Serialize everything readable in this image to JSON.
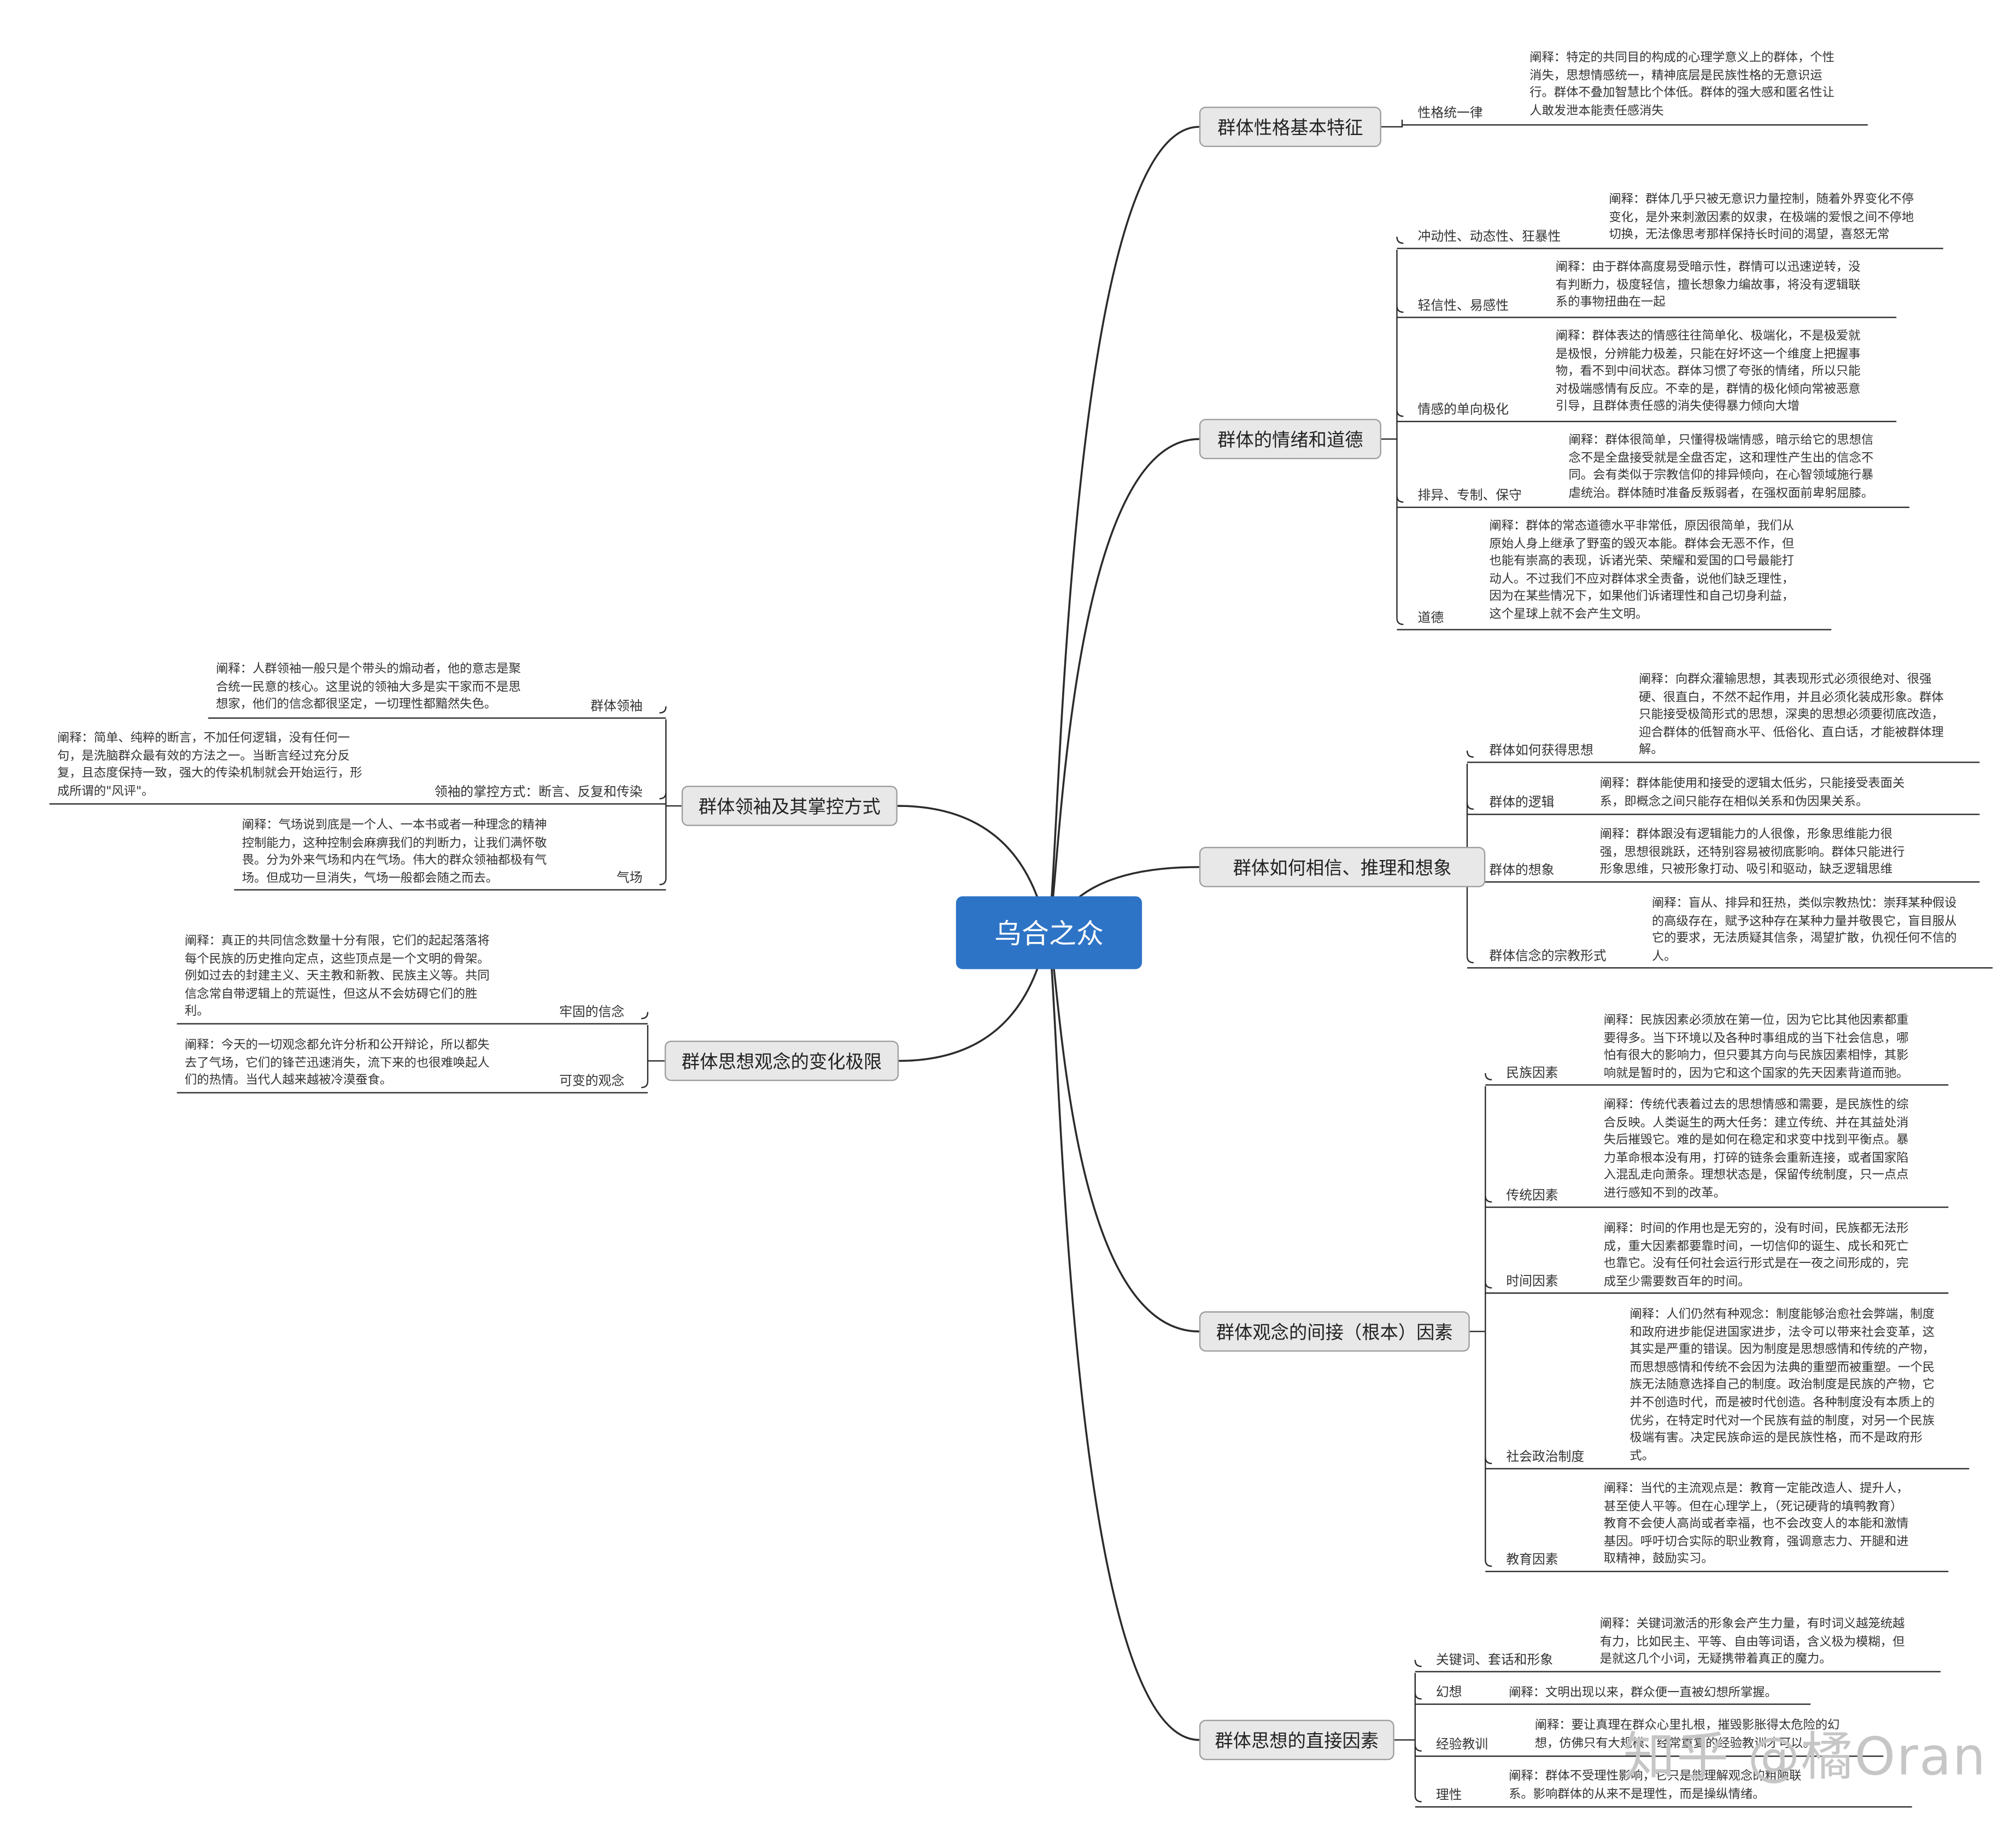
{
  "root": {
    "label": "乌合之众",
    "color": "#2e74c6"
  },
  "watermark": "知乎 @橘Oran",
  "branches": [
    {
      "id": "b1",
      "label": "群体性格基本特征",
      "children": [
        {
          "id": "b1c1",
          "label": "性格统一律",
          "note": [
            "阐释：特定的共同目的构成的心理学意义上的群体，个性",
            "消失，思想情感统一，精神底层是民族性格的无意识运",
            "行。群体不叠加智慧比个体低。群体的强大感和匿名性让",
            "人敢发泄本能责任感消失"
          ]
        }
      ]
    },
    {
      "id": "b2",
      "label": "群体的情绪和道德",
      "children": [
        {
          "id": "b2c1",
          "label": "冲动性、动态性、狂暴性",
          "note": [
            "阐释：群体几乎只被无意识力量控制，随着外界变化不停",
            "变化，是外来刺激因素的奴隶，在极端的爱恨之间不停地",
            "切换，无法像思考那样保持长时间的渴望，喜怒无常"
          ]
        },
        {
          "id": "b2c2",
          "label": "轻信性、易感性",
          "note": [
            "阐释：由于群体高度易受暗示性，群情可以迅速逆转，没",
            "有判断力，极度轻信，擅长想象力编故事，将没有逻辑联",
            "系的事物扭曲在一起"
          ]
        },
        {
          "id": "b2c3",
          "label": "情感的单向极化",
          "note": [
            "阐释：群体表达的情感往往简单化、极端化，不是极爱就",
            "是极恨，分辨能力极差，只能在好坏这一个维度上把握事",
            "物，看不到中间状态。群体习惯了夸张的情绪，所以只能",
            "对极端感情有反应。不幸的是，群情的极化倾向常被恶意",
            "引导，且群体责任感的消失使得暴力倾向大增"
          ]
        },
        {
          "id": "b2c4",
          "label": "排异、专制、保守",
          "note": [
            "阐释：群体很简单，只懂得极端情感，暗示给它的思想信",
            "念不是全盘接受就是全盘否定，这和理性产生出的信念不",
            "同。会有类似于宗教信仰的排异倾向，在心智领域施行暴",
            "虐统治。群体随时准备反叛弱者，在强权面前卑躬屈膝。"
          ]
        },
        {
          "id": "b2c5",
          "label": "道德",
          "note": [
            "阐释：群体的常态道德水平非常低，原因很简单，我们从",
            "原始人身上继承了野蛮的毁灭本能。群体会无恶不作，但",
            "也能有崇高的表现，诉诸光荣、荣耀和爱国的口号最能打",
            "动人。不过我们不应对群体求全责备，说他们缺乏理性，",
            "因为在某些情况下，如果他们诉诸理性和自己切身利益，",
            "这个星球上就不会产生文明。"
          ]
        }
      ]
    },
    {
      "id": "b3",
      "label": "群体如何相信、推理和想象",
      "children": [
        {
          "id": "b3c1",
          "label": "群体如何获得思想",
          "note": [
            "阐释：向群众灌输思想，其表现形式必须很绝对、很强",
            "硬、很直白，不然不起作用，并且必须化装成形象。群体",
            "只能接受极简形式的思想，深奥的思想必须要彻底改造，",
            "迎合群体的低智商水平、低俗化、直白话，才能被群体理",
            "解。"
          ]
        },
        {
          "id": "b3c2",
          "label": "群体的逻辑",
          "note": [
            "阐释：群体能使用和接受的逻辑太低劣，只能接受表面关",
            "系，即概念之间只能存在相似关系和伪因果关系。"
          ]
        },
        {
          "id": "b3c3",
          "label": "群体的想象",
          "note": [
            "阐释：群体跟没有逻辑能力的人很像，形象思维能力很",
            "强，思想很跳跃，还特别容易被彻底影响。群体只能进行",
            "形象思维，只被形象打动、吸引和驱动，缺乏逻辑思维"
          ]
        },
        {
          "id": "b3c4",
          "label": "群体信念的宗教形式",
          "note": [
            "阐释：盲从、排异和狂热，类似宗教热忱：崇拜某种假设",
            "的高级存在，赋予这种存在某种力量并敬畏它，盲目服从",
            "它的要求，无法质疑其信条，渴望扩散，仇视任何不信的",
            "人。"
          ]
        }
      ]
    },
    {
      "id": "b4",
      "label": "群体观念的间接（根本）因素",
      "children": [
        {
          "id": "b4c1",
          "label": "民族因素",
          "note": [
            "阐释：民族因素必须放在第一位，因为它比其他因素都重",
            "要得多。当下环境以及各种时事组成的当下社会信息，哪",
            "怕有很大的影响力，但只要其方向与民族因素相悖，其影",
            "响就是暂时的，因为它和这个国家的先天因素背道而驰。"
          ]
        },
        {
          "id": "b4c2",
          "label": "传统因素",
          "note": [
            "阐释：传统代表着过去的思想情感和需要，是民族性的综",
            "合反映。人类诞生的两大任务：建立传统、并在其益处消",
            "失后摧毁它。难的是如何在稳定和求变中找到平衡点。暴",
            "力革命根本没有用，打碎的链条会重新连接，或者国家陷",
            "入混乱走向萧条。理想状态是，保留传统制度，只一点点",
            "进行感知不到的改革。"
          ]
        },
        {
          "id": "b4c3",
          "label": "时间因素",
          "note": [
            "阐释：时间的作用也是无穷的，没有时间，民族都无法形",
            "成，重大因素都要靠时间，一切信仰的诞生、成长和死亡",
            "也靠它。没有任何社会运行形式是在一夜之间形成的，完",
            "成至少需要数百年的时间。"
          ]
        },
        {
          "id": "b4c4",
          "label": "社会政治制度",
          "note": [
            "阐释：人们仍然有种观念：制度能够治愈社会弊端，制度",
            "和政府进步能促进国家进步，法令可以带来社会变革，这",
            "其实是严重的错误。因为制度是思想感情和传统的产物，",
            "而思想感情和传统不会因为法典的重塑而被重塑。一个民",
            "族无法随意选择自己的制度。政治制度是民族的产物，它",
            "并不创造时代，而是被时代创造。各种制度没有本质上的",
            "优劣，在特定时代对一个民族有益的制度，对另一个民族",
            "极端有害。决定民族命运的是民族性格，而不是政府形",
            "式。"
          ]
        },
        {
          "id": "b4c5",
          "label": "教育因素",
          "note": [
            "阐释：当代的主流观点是：教育一定能改造人、提升人，",
            "甚至使人平等。但在心理学上，（死记硬背的填鸭教育）",
            "教育不会使人高尚或者幸福，也不会改变人的本能和激情",
            "基因。呼吁切合实际的职业教育，强调意志力、开腿和进",
            "取精神，鼓励实习。"
          ]
        }
      ]
    },
    {
      "id": "b5",
      "label": "群体思想的直接因素",
      "children": [
        {
          "id": "b5c1",
          "label": "关键词、套话和形象",
          "note": [
            "阐释：关键词激活的形象会产生力量，有时词义越笼统越",
            "有力，比如民主、平等、自由等词语，含义极为模糊，但",
            "是就这几个小词，无疑携带着真正的魔力。"
          ]
        },
        {
          "id": "b5c2",
          "label": "幻想",
          "note": [
            "阐释：文明出现以来，群众便一直被幻想所掌握。"
          ]
        },
        {
          "id": "b5c3",
          "label": "经验教训",
          "note": [
            "阐释：要让真理在群众心里扎根，摧毁影胀得太危险的幻",
            "想，仿佛只有大规模、经常重复的经验教训才可以。"
          ]
        },
        {
          "id": "b5c4",
          "label": "理性",
          "note": [
            "阐释：群体不受理性影响，它只是能理解观念的粗陋联",
            "系。影响群体的从来不是理性，而是操纵情绪。"
          ]
        }
      ]
    },
    {
      "id": "b6",
      "label": "群体领袖及其掌控方式",
      "children": [
        {
          "id": "b6c1",
          "label": "群体领袖",
          "note": [
            "阐释：人群领袖一般只是个带头的煽动者，他的意志是聚",
            "合统一民意的核心。这里说的领袖大多是实干家而不是思",
            "想家，他们的信念都很坚定，一切理性都黯然失色。"
          ]
        },
        {
          "id": "b6c2",
          "label": "领袖的掌控方式：断言、反复和传染",
          "note": [
            "阐释：简单、纯粹的断言，不加任何逻辑，没有任何一",
            "句，是洗脑群众最有效的方法之一。当断言经过充分反",
            "复，且态度保持一致，强大的传染机制就会开始运行，形",
            "成所谓的\"风评\"。"
          ]
        },
        {
          "id": "b6c3",
          "label": "气场",
          "note": [
            "阐释：气场说到底是一个人、一本书或者一种理念的精神",
            "控制能力，这种控制会麻痹我们的判断力，让我们满怀敬",
            "畏。分为外来气场和内在气场。伟大的群众领袖都极有气",
            "场。但成功一旦消失，气场一般都会随之而去。"
          ]
        }
      ]
    },
    {
      "id": "b7",
      "label": "群体思想观念的变化极限",
      "children": [
        {
          "id": "b7c1",
          "label": "牢固的信念",
          "note": [
            "阐释：真正的共同信念数量十分有限，它们的起起落落将",
            "每个民族的历史推向定点，这些顶点是一个文明的骨架。",
            "例如过去的封建主义、天主教和新教、民族主义等。共同",
            "信念常自带逻辑上的荒诞性，但这从不会妨碍它们的胜",
            "利。"
          ]
        },
        {
          "id": "b7c2",
          "label": "可变的观念",
          "note": [
            "阐释：今天的一切观念都允许分析和公开辩论，所以都失",
            "去了气场，它们的锋芒迅速消失，流下来的也很难唤起人",
            "们的热情。当代人越来越被冷漠蚕食。"
          ]
        }
      ]
    }
  ]
}
